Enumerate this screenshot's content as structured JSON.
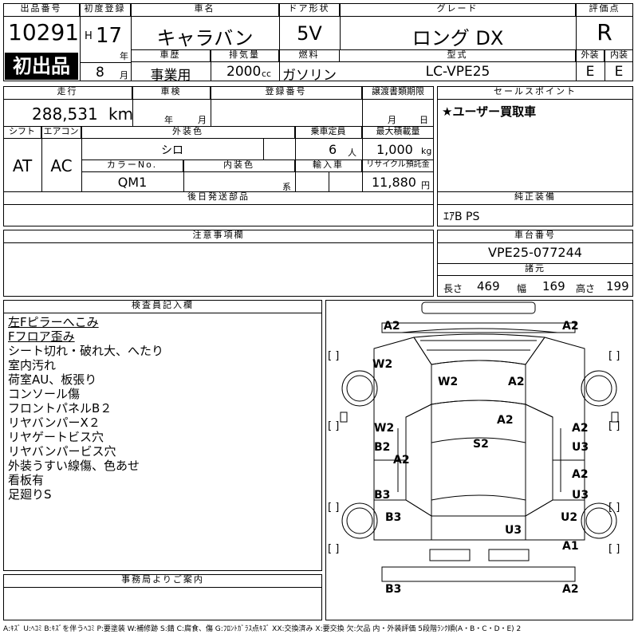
{
  "header": {
    "lot_no_label": "出品番号",
    "lot_no": "10291",
    "first_listing": "初出品",
    "first_reg_label": "初度登録",
    "era": "H",
    "year": "17",
    "year_unit": "年",
    "month": "8",
    "month_unit": "月",
    "car_name_label": "車名",
    "car_name": "キャラバン",
    "door_label": "ドア形状",
    "door": "5V",
    "grade_label": "グレード",
    "grade": "ロング DX",
    "score_label": "評価点",
    "score": "R",
    "history_label": "車歴",
    "history": "事業用",
    "displacement_label": "排気量",
    "displacement": "2000",
    "displacement_unit": "cc",
    "fuel_label": "燃料",
    "fuel": "ガソリン",
    "model_label": "型式",
    "model": "LC-VPE25",
    "exterior_label": "外装",
    "exterior_grade": "E",
    "interior_label": "内装",
    "interior_grade": "E"
  },
  "row2": {
    "mileage_label": "走行",
    "mileage": "288,531",
    "mileage_unit": "km",
    "inspection_label": "車検",
    "inspection_year_unit": "年",
    "inspection_month_unit": "月",
    "reg_no_label": "登録番号",
    "transfer_label": "譲渡書類期限",
    "transfer_month_unit": "月",
    "transfer_day_unit": "日",
    "shift_label": "シフト",
    "shift": "AT",
    "ac_label": "エアコン",
    "ac": "AC",
    "color_label": "外装色",
    "color": "シロ",
    "capacity_label": "乗車定員",
    "capacity": "6",
    "capacity_unit": "人",
    "load_label": "最大積載量",
    "load": "1,000",
    "load_unit": "kg",
    "color_no_label": "カラーNo.",
    "color_no": "QM1",
    "int_color_label": "内装色",
    "int_color_unit": "系",
    "import_label": "輸入車",
    "recycle_label": "リサイクル預託金",
    "recycle": "11,880",
    "recycle_unit": "円",
    "later_parts_label": "後日発送部品"
  },
  "sales": {
    "label": "セールスポイント",
    "text": "★ユーザー買取車",
    "equip_label": "純正装備",
    "equip": "ｴｱB PS"
  },
  "notes": {
    "label": "注意事項欄"
  },
  "frame": {
    "label": "車台番号",
    "number": "VPE25-077244",
    "dims_label": "諸元",
    "length_label": "長さ",
    "length": "469",
    "width_label": "幅",
    "width": "169",
    "height_label": "高さ",
    "height": "199"
  },
  "inspector": {
    "label": "検査員記入欄",
    "lines": [
      "左Fピラーへこみ",
      "Fフロア歪み",
      "シート切れ・破れ大、へたり",
      "室内汚れ",
      "荷室AU、板張り",
      "コンソール傷",
      "フロントパネルB２",
      "リヤバンパーX２",
      "リヤゲートビス穴",
      "リヤバンパービス穴",
      "外装うすい線傷、色あせ",
      "看板有",
      "足廻りS"
    ]
  },
  "diagram": {
    "marks": [
      "A2",
      "A2",
      "W2",
      "W2",
      "A2",
      "A2",
      "W2",
      "A2",
      "B2",
      "A2",
      "S2",
      "U3",
      "A2",
      "B3",
      "U3",
      "B3",
      "U2",
      "U3",
      "A1",
      "B3",
      "A2"
    ],
    "bracket": "[ ]"
  },
  "office": {
    "label": "事務局よりご案内"
  },
  "legend": "A:ｷｽﾞ U:ﾍｺﾐ B:ｷｽﾞを伴うﾍｺﾐ P:要塗装 W:補修跡 S:錆 C:腐食、傷 G:ﾌﾛﾝﾄｶﾞﾗｽ点ｷｽﾞ XX:交換済み X:要交換 欠:欠品 内・外装評価 5段階ﾗﾝｸ順(A・B・C・D・E) 2"
}
